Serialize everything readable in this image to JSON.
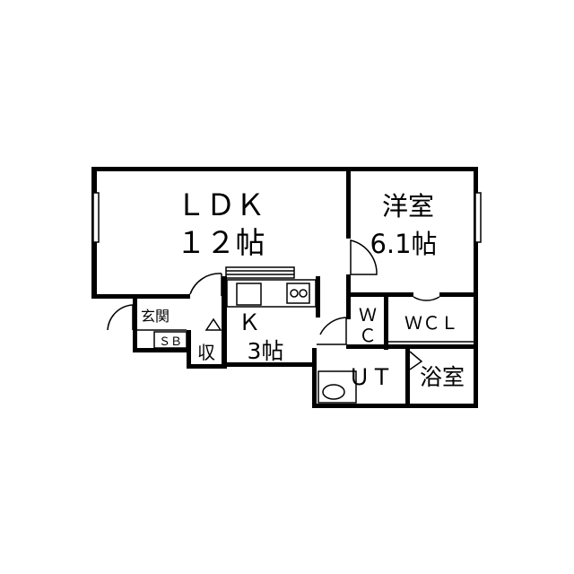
{
  "rooms": {
    "ldk": {
      "name": "ＬＤＫ",
      "size": "１２帖"
    },
    "western": {
      "name": "洋室",
      "size": "6.1帖"
    },
    "kitchen": {
      "name": "Ｋ",
      "size": "3帖"
    },
    "entrance": {
      "name": "玄関"
    },
    "shoe_box": {
      "name": "ＳＢ"
    },
    "storage": {
      "name": "収"
    },
    "wc": {
      "line1": "Ｗ",
      "line2": "Ｃ"
    },
    "wcl": {
      "name": "ＷＣＬ"
    },
    "ut": {
      "name": "ＵＴ"
    },
    "bath": {
      "name": "浴室"
    }
  }
}
